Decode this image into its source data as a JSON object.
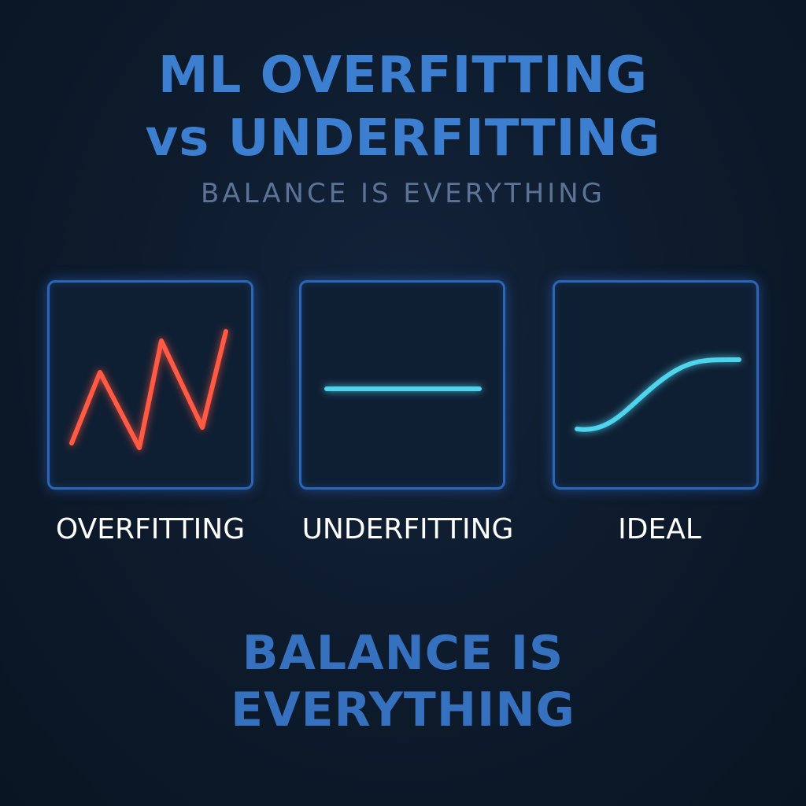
{
  "header": {
    "title_line1": "ML OVERFITTING",
    "title_line2": "vs UNDERFITTING",
    "subtitle": "BALANCE IS EVERYTHING"
  },
  "panels": [
    {
      "label": "OVERFITTING",
      "curve_color": "#ff5a44",
      "icon": "zigzag-curve-icon"
    },
    {
      "label": "UNDERFITTING",
      "curve_color": "#4fd4ee",
      "icon": "flat-line-icon"
    },
    {
      "label": "IDEAL",
      "curve_color": "#4fd4ee",
      "icon": "smooth-s-curve-icon"
    }
  ],
  "footer": {
    "line1": "BALANCE IS",
    "line2": "EVERYTHING"
  },
  "colors": {
    "title": "#3c7fd0",
    "subtitle": "#5a7396",
    "panel_border": "#2b66b8",
    "background": "#0d1a2b"
  }
}
